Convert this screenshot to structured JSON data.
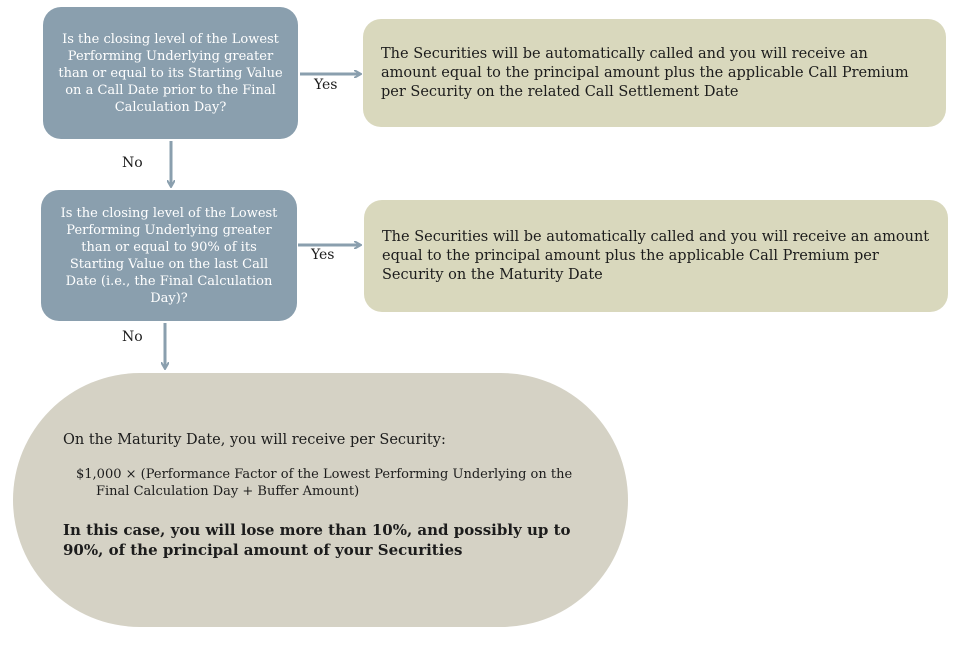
{
  "diagram": {
    "question1": "Is the closing level of the Lowest Performing Underlying greater than or equal to its Starting Value on a Call Date prior to the Final Calculation Day?",
    "answer1": "The Securities will be automatically called and you will receive an amount equal to the principal amount plus the applicable Call Premium per Security on the related Call Settlement Date",
    "question2": "Is the closing level of the Lowest Performing Underlying greater than or equal to 90% of its Starting Value on the last Call Date (i.e., the Final Calculation Day)?",
    "answer2": "The Securities will be automatically called and you will receive an amount equal to the principal amount plus the applicable Call Premium per Security on the Maturity Date",
    "yes_label": "Yes",
    "no_label": "No",
    "final": {
      "intro": "On the Maturity Date, you will receive per Security:",
      "formula_line1": "$1,000 × (Performance Factor of the Lowest Performing Underlying on the",
      "formula_line2": "Final Calculation Day + Buffer Amount)",
      "warning": "In this case, you will lose more than 10%, and possibly up to 90%, of the principal amount of your Securities"
    },
    "colors": {
      "question_fill": "#8a9fae",
      "answer_fill": "#d9d8bd",
      "final_fill": "#d5d2c5",
      "arrow": "#8a9fae"
    }
  }
}
